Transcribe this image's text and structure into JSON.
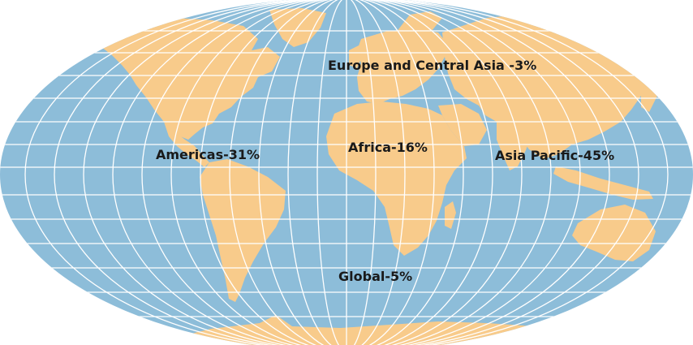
{
  "map": {
    "ocean_color": "#8dbdd9",
    "land_color": "#f8cb8b",
    "graticule_color": "#ffffff",
    "labels": {
      "europe_central_asia": "Europe and Central Asia -3%",
      "americas": "Americas-31%",
      "africa": "Africa-16%",
      "asia_pacific": "Asia Pacific-45%",
      "global": "Global-5%"
    }
  }
}
